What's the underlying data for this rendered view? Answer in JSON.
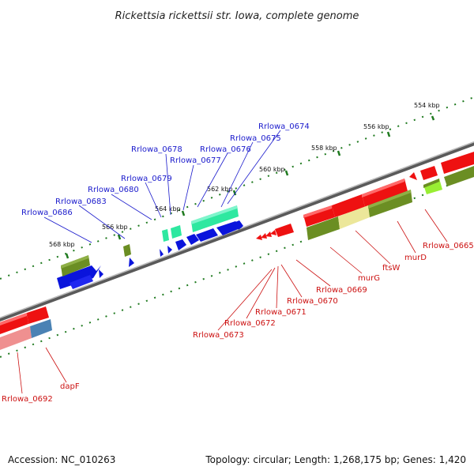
{
  "title": "Rickettsia rickettsii str. Iowa, complete genome",
  "footer": {
    "accession": "Accession: NC_010263",
    "summary": "Topology: circular; Length: 1,268,175 bp; Genes: 1,420"
  },
  "ticks": [
    "554 kbp",
    "556 kbp",
    "558 kbp",
    "560 kbp",
    "562 kbp",
    "564 kbp",
    "566 kbp",
    "568 kbp"
  ],
  "labels_top": [
    "Rrlowa_0674",
    "Rrlowa_0675",
    "Rrlowa_0676",
    "Rrlowa_0677",
    "Rrlowa_0678",
    "Rrlowa_0679",
    "Rrlowa_0680",
    "Rrlowa_0683",
    "Rrlowa_0686"
  ],
  "labels_bottom": [
    "Rrlowa_0665",
    "murD",
    "ftsW",
    "murG",
    "Rrlowa_0669",
    "Rrlowa_0670",
    "Rrlowa_0671",
    "Rrlowa_0672",
    "Rrlowa_0673",
    "dapF",
    "Rrlowa_0692"
  ],
  "colors": {
    "backbone": "#777777",
    "forward_cds": "#0a14dc",
    "reverse_cds": "#ee1111",
    "green_a": "#6b8e23",
    "green_b": "#2ee8a0",
    "lime": "#99ee33",
    "khaki": "#ece79a",
    "steel": "#4a82b4",
    "pink": "#ef9090"
  }
}
